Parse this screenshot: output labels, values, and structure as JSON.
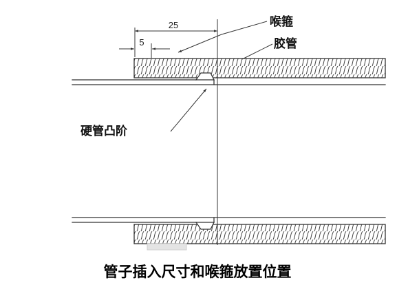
{
  "diagram": {
    "labels": {
      "hose_clamp": "喉箍",
      "rubber_hose": "胶管",
      "pipe_step": "硬管凸阶"
    },
    "dimensions": {
      "insertion_depth": "25",
      "clamp_offset": "5"
    },
    "caption": "管子插入尺寸和喉箍放置位置",
    "colors": {
      "line": "#333333",
      "hatch": "#444444",
      "background": "#ffffff"
    }
  }
}
